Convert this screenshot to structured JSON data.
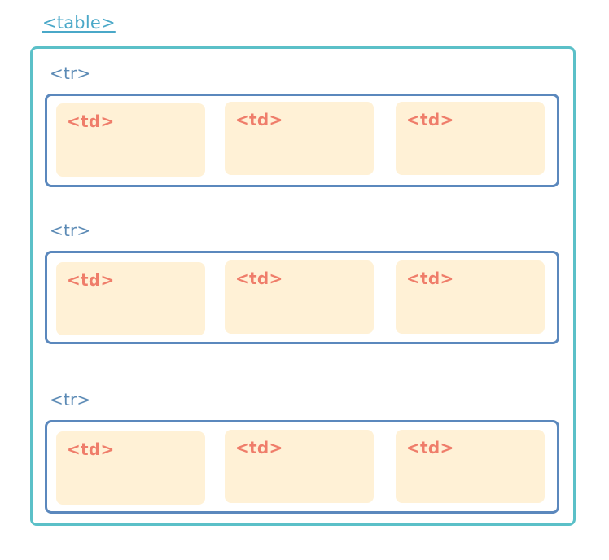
{
  "diagram": {
    "table_tag": "<table>",
    "rows": [
      {
        "tag": "<tr>",
        "cells": [
          "<td>",
          "<td>",
          "<td>"
        ]
      },
      {
        "tag": "<tr>",
        "cells": [
          "<td>",
          "<td>",
          "<td>"
        ]
      },
      {
        "tag": "<tr>",
        "cells": [
          "<td>",
          "<td>",
          "<td>"
        ]
      }
    ]
  },
  "colors": {
    "table_border": "#5bc0c8",
    "table_label": "#4aa8c8",
    "tr_border": "#5b88bd",
    "tr_label": "#5b8ab5",
    "td_fill": "#fff1d6",
    "td_label": "#ef7d6a"
  }
}
